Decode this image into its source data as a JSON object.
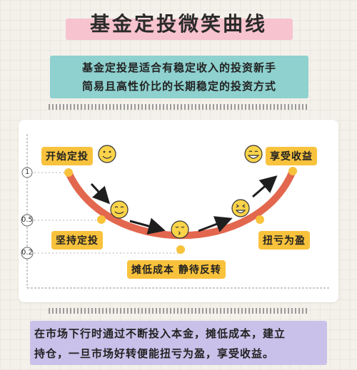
{
  "title": "基金定投微笑曲线",
  "intro": {
    "line1": "基金定投是适合有稳定收入的投资新手",
    "line2": "简易且高性价比的长期稳定的投资方式"
  },
  "axis": {
    "ticks": [
      "1",
      "0.5",
      "0.2"
    ]
  },
  "stages": {
    "start": "开始定投",
    "persist": "坚持定投",
    "lower_cost": "摊低成本  静待反转",
    "turn_profit": "扭亏为盈",
    "enjoy": "享受收益"
  },
  "summary": {
    "line1": "在市场下行时通过不断投入本金，摊低成本，建立",
    "line2": "持仓，一旦市场好转便能扭亏为盈，享受收益。"
  },
  "colors": {
    "curve": "#e2674e",
    "label_bg": "#f8c23c",
    "title_band": "#f7c3cf",
    "intro_bg": "#8ed1cf",
    "summary_bg": "#c9c1ea",
    "face": "#fbd44a"
  },
  "icons": [
    "smile-face-icon",
    "content-face-icon",
    "kiss-face-icon",
    "laugh-face-icon",
    "grin-face-icon",
    "arrow-icon"
  ]
}
